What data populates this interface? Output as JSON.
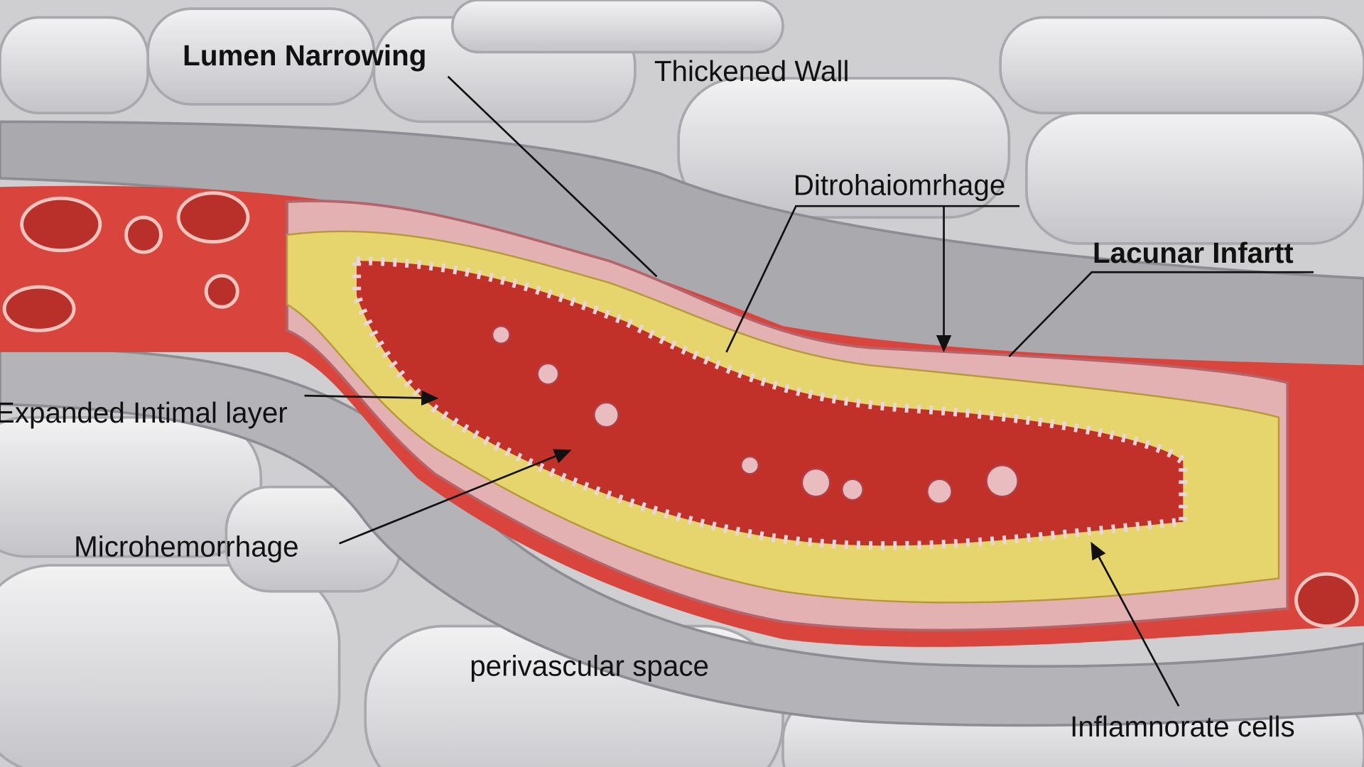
{
  "labels": {
    "lumen_narrowing": "Lumen Narrowing",
    "thickened_wall": "Thickened Wall",
    "ditrohaiomrhage": "Ditrohaiomrhage",
    "lacunar_infartt": "Lacunar Infartt",
    "expanded_intimal_layer": "Expanded Intimal layer",
    "microhemorrhage": "Microhemorrhage",
    "perivascular_space": "perivascular space",
    "inflamnorate_cells": "Inflamnorate cells"
  },
  "colors": {
    "vessel_red": "#d9443c",
    "lumen_red": "#c2302a",
    "wall_pink": "#e4b1b3",
    "fat_yellow": "#e6d46c",
    "tissue_gray": "#cfcfd2"
  }
}
